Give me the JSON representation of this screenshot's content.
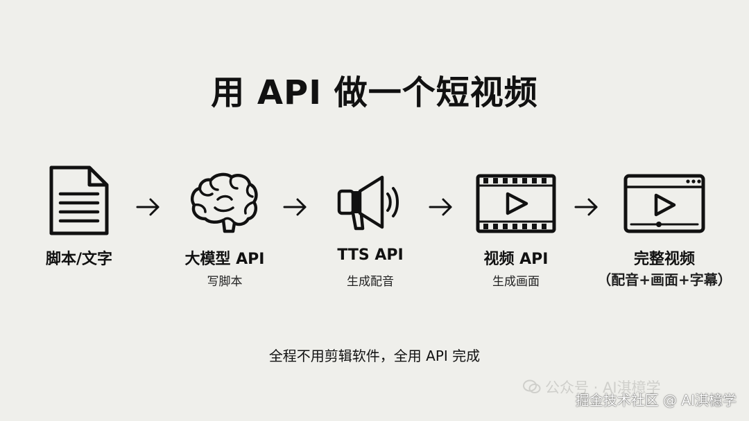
{
  "title": "用 API 做一个短视频",
  "steps": [
    {
      "label": "脚本/文字",
      "sub": "",
      "icon": "document-icon"
    },
    {
      "label": "大模型 API",
      "sub": "写脚本",
      "icon": "brain-icon"
    },
    {
      "label": "TTS API",
      "sub": "生成配音",
      "icon": "megaphone-icon"
    },
    {
      "label": "视频 API",
      "sub": "生成画面",
      "icon": "film-icon"
    },
    {
      "label": "完整视频",
      "sub": "（配音+画面+字幕）",
      "icon": "video-player-icon"
    }
  ],
  "footer": "全程不用剪辑软件，全用 API 完成",
  "watermark": {
    "faded": "公众号 · AI淇檍学",
    "main": "掘金技术社区 @ AI淇檍学"
  },
  "colors": {
    "background": "#efefeb",
    "ink": "#111111"
  }
}
